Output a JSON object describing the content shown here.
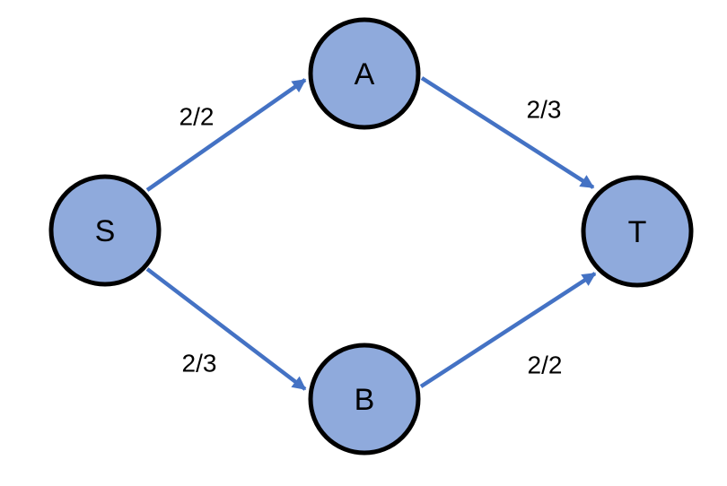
{
  "diagram": {
    "type": "flow-network-graph",
    "nodes": [
      {
        "id": "S",
        "label": "S"
      },
      {
        "id": "A",
        "label": "A"
      },
      {
        "id": "B",
        "label": "B"
      },
      {
        "id": "T",
        "label": "T"
      }
    ],
    "edges": [
      {
        "from": "S",
        "to": "A",
        "label": "2/2",
        "flow": 2,
        "capacity": 2
      },
      {
        "from": "A",
        "to": "T",
        "label": "2/3",
        "flow": 2,
        "capacity": 3
      },
      {
        "from": "S",
        "to": "B",
        "label": "2/3",
        "flow": 2,
        "capacity": 3
      },
      {
        "from": "B",
        "to": "T",
        "label": "2/2",
        "flow": 2,
        "capacity": 2
      }
    ],
    "colors": {
      "node_fill": "#8FAADC",
      "node_border": "#000000",
      "edge_stroke": "#4472C4",
      "label_text": "#000000",
      "background": "#FFFFFF"
    }
  }
}
